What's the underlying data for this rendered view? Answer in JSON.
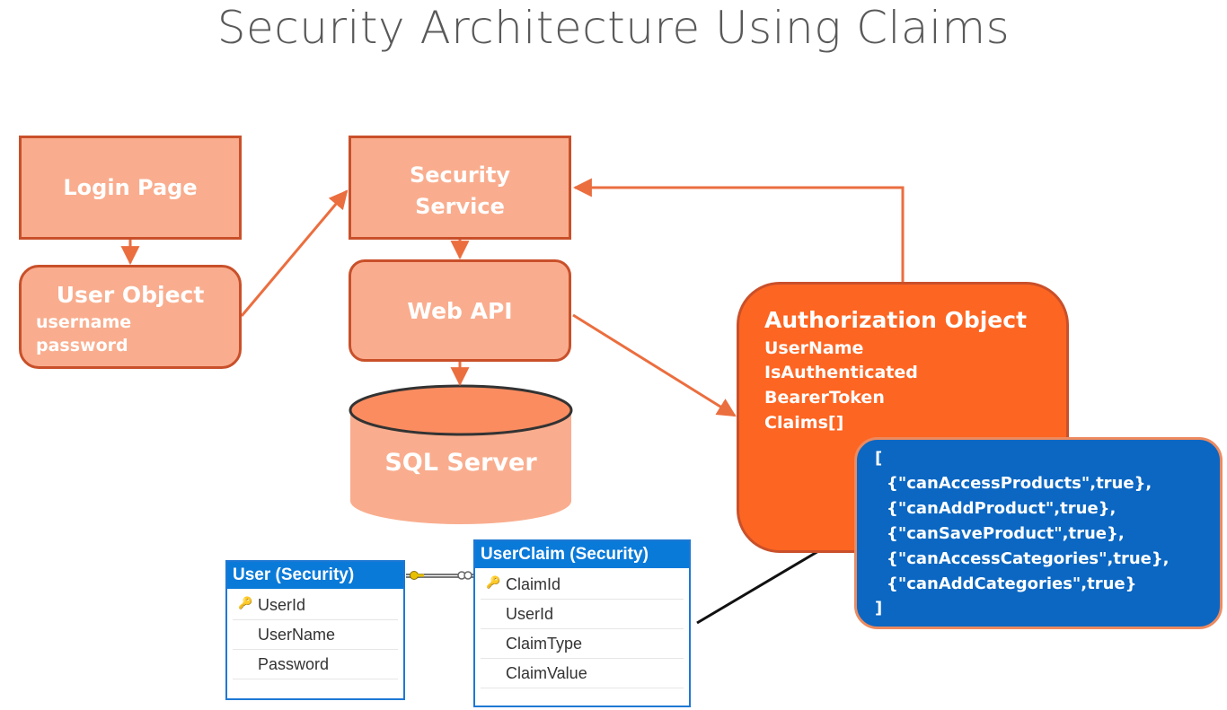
{
  "title": "Security Architecture Using Claims",
  "colors": {
    "light_box": "#f9ad8e",
    "box_border": "#c9502a",
    "connector": "#eb6e3f",
    "auth_box": "#fd6522",
    "claims_box": "#0b67c2",
    "table_header": "#0a7ad9"
  },
  "login_page": {
    "label": "Login Page"
  },
  "user_object": {
    "title": "User Object",
    "fields": [
      "username",
      "password"
    ]
  },
  "security_service": {
    "label_line1": "Security",
    "label_line2": "Service"
  },
  "web_api": {
    "label": "Web API"
  },
  "sql_server": {
    "label": "SQL Server"
  },
  "authorization_object": {
    "title": "Authorization Object",
    "fields": [
      "UserName",
      "IsAuthenticated",
      "BearerToken",
      "Claims[]"
    ]
  },
  "claims_array": {
    "open": "[",
    "entries": [
      "{\"canAccessProducts\",true},",
      "{\"canAddProduct\",true},",
      "{\"canSaveProduct\",true},",
      "{\"canAccessCategories\",true},",
      "{\"canAddCategories\",true}"
    ],
    "close": "]"
  },
  "user_table": {
    "title": "User (Security)",
    "columns": [
      {
        "name": "UserId",
        "key": true
      },
      {
        "name": "UserName",
        "key": false
      },
      {
        "name": "Password",
        "key": false
      }
    ]
  },
  "userclaim_table": {
    "title": "UserClaim (Security)",
    "columns": [
      {
        "name": "ClaimId",
        "key": true
      },
      {
        "name": "UserId",
        "key": false
      },
      {
        "name": "ClaimType",
        "key": false
      },
      {
        "name": "ClaimValue",
        "key": false
      }
    ]
  },
  "icons": {
    "primary_key": "key-icon",
    "relationship": "relationship-connector"
  }
}
